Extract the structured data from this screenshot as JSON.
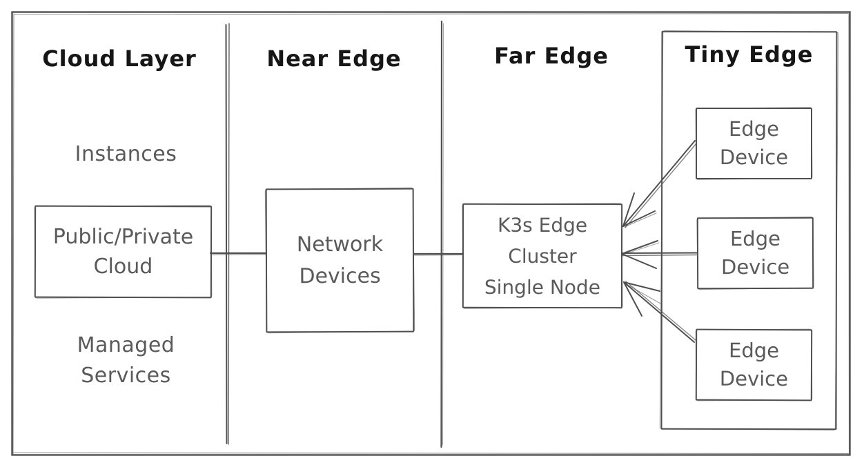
{
  "colors": {
    "stroke": "#4f4f4f",
    "header_text": "#161616",
    "label_text": "#5a5a5a",
    "background": "#ffffff"
  },
  "columns": {
    "cloud": {
      "header": "Cloud Layer",
      "label_top": "Instances",
      "label_bottom_lines": [
        "Managed",
        "Services"
      ],
      "box_lines": [
        "Public/Private",
        "Cloud"
      ]
    },
    "near": {
      "header": "Near Edge",
      "box_lines": [
        "Network",
        "Devices"
      ]
    },
    "far": {
      "header": "Far Edge",
      "box_lines": [
        "K3s Edge",
        "Cluster",
        "Single Node"
      ]
    },
    "tiny": {
      "header": "Tiny Edge",
      "devices": [
        {
          "lines": [
            "Edge",
            "Device"
          ]
        },
        {
          "lines": [
            "Edge",
            "Device"
          ]
        },
        {
          "lines": [
            "Edge",
            "Device"
          ]
        }
      ]
    }
  },
  "connections": [
    {
      "from": "public-private-cloud-box",
      "to": "network-devices-box",
      "type": "line"
    },
    {
      "from": "network-devices-box",
      "to": "k3s-edge-cluster-box",
      "type": "line"
    },
    {
      "from": "edge-device-1",
      "to": "k3s-edge-cluster-box",
      "type": "arrow"
    },
    {
      "from": "edge-device-2",
      "to": "k3s-edge-cluster-box",
      "type": "arrow"
    },
    {
      "from": "edge-device-3",
      "to": "k3s-edge-cluster-box",
      "type": "arrow"
    }
  ]
}
